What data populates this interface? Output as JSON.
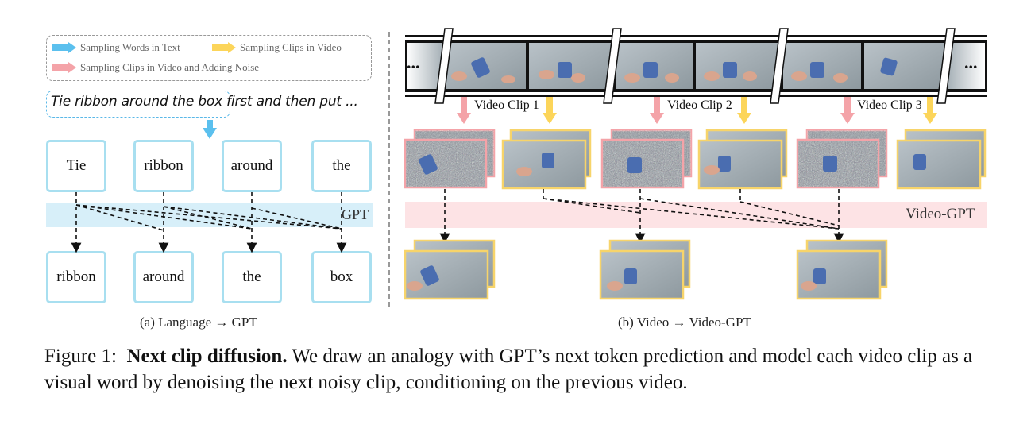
{
  "legend": {
    "item1": "Sampling Words in Text",
    "item2": "Sampling Clips in Video",
    "item3": "Sampling Clips in Video and Adding Noise"
  },
  "prompt_text": "Tie ribbon around the box first and then put ...",
  "input_words": [
    "Tie",
    "ribbon",
    "around",
    "the"
  ],
  "output_words": [
    "ribbon",
    "around",
    "the",
    "box"
  ],
  "gpt_label": "GPT",
  "video_gpt_label": "Video-GPT",
  "film_ellipsis_left": "...",
  "film_ellipsis_right": "...",
  "clip_labels": [
    "Video Clip 1",
    "Video Clip 2",
    "Video Clip 3"
  ],
  "subcaption_a": "(a) Language → GPT",
  "subcaption_b": "(b) Video → Video-GPT",
  "figure_caption": {
    "prefix": "Figure 1:",
    "bold": "Next clip diffusion.",
    "body": "We draw an analogy with GPT’s next token prediction and model each video clip as a visual word by denoising the next noisy clip, conditioning on the previous video."
  },
  "colors": {
    "blue_arrow": "#5bc0ee",
    "yellow_arrow": "#fcd55a",
    "pink_arrow": "#f4a3a8",
    "word_border": "#a8dff0",
    "noisy_border": "#f4a3a8",
    "clean_border": "#f7d46a"
  },
  "icons": {
    "arrows": "down-arrow-icon",
    "legend": "right-arrow-icon"
  }
}
